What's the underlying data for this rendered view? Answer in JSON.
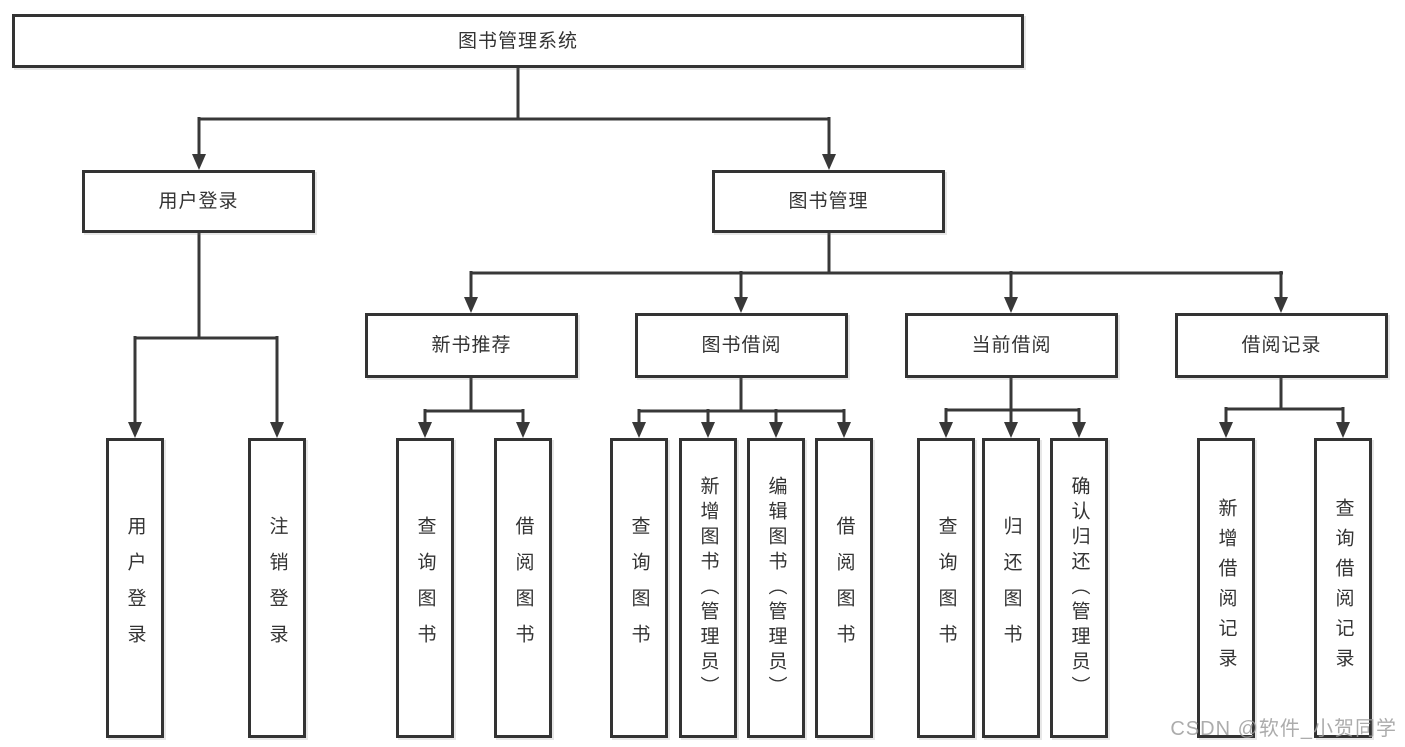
{
  "watermark": "CSDN @软件_小贺同学",
  "colors": {
    "line": "#383838",
    "border": "#333333",
    "text": "#333333",
    "watermark": "#9e9e9e",
    "background": "#ffffff"
  },
  "tree": {
    "label": "图书管理系统",
    "children": [
      {
        "label": "用户登录",
        "children": [
          {
            "label": "用户登录"
          },
          {
            "label": "注销登录"
          }
        ]
      },
      {
        "label": "图书管理",
        "children": [
          {
            "label": "新书推荐",
            "children": [
              {
                "label": "查询图书"
              },
              {
                "label": "借阅图书"
              }
            ]
          },
          {
            "label": "图书借阅",
            "children": [
              {
                "label": "查询图书"
              },
              {
                "label": "新增图书（管理员）"
              },
              {
                "label": "编辑图书（管理员）"
              },
              {
                "label": "借阅图书"
              }
            ]
          },
          {
            "label": "当前借阅",
            "children": [
              {
                "label": "查询图书"
              },
              {
                "label": "归还图书"
              },
              {
                "label": "确认归还（管理员）"
              }
            ]
          },
          {
            "label": "借阅记录",
            "children": [
              {
                "label": "新增借阅记录"
              },
              {
                "label": "查询借阅记录"
              }
            ]
          }
        ]
      }
    ]
  }
}
